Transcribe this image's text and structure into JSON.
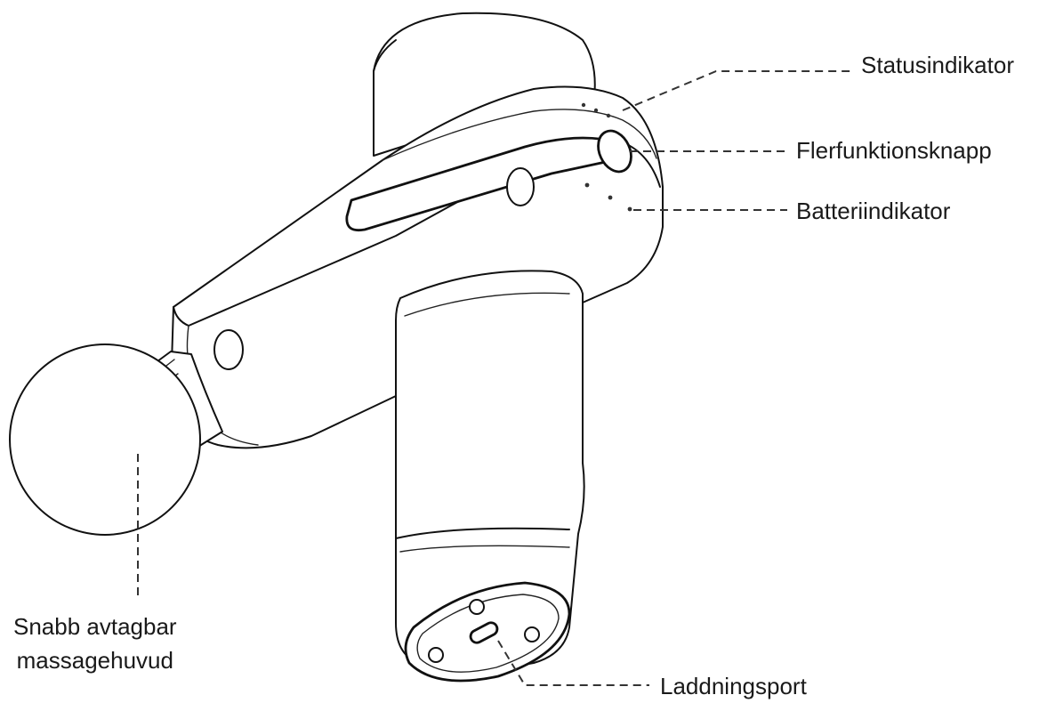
{
  "labels": {
    "status_indicator": "Statusindikator",
    "multifunction_button": "Flerfunktionsknapp",
    "battery_indicator": "Batteriindikator",
    "massage_head_line1": "Snabb  avtagbar",
    "massage_head_line2": "massagehuvud",
    "charging_port": "Laddningsport"
  }
}
